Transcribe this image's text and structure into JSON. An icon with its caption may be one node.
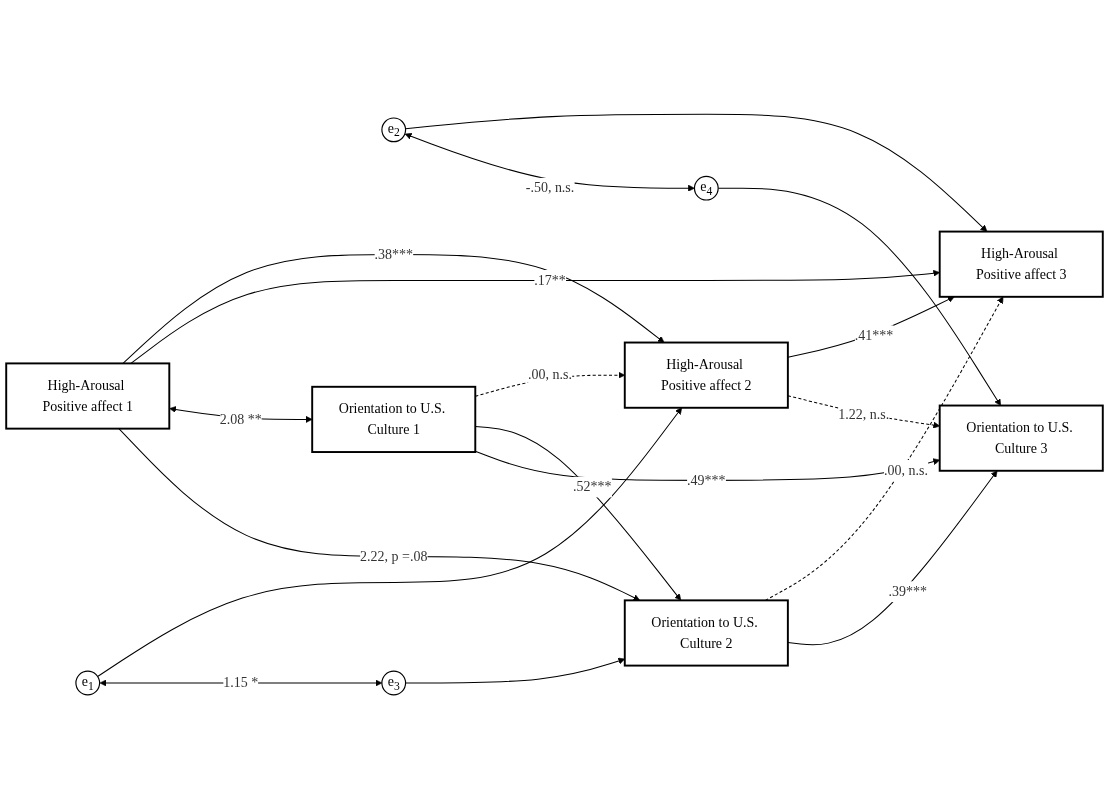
{
  "diagram": {
    "nodes": [
      {
        "text": [
          "High-Arousal Positive affect 1"
        ]
      },
      {
        "text": [
          "High-Arousal Positive affect 2"
        ]
      },
      {
        "text": [
          "High-Arousal Positive affect 3"
        ]
      },
      {
        "text": [
          "e$_{1}$"
        ]
      },
      {
        "text": [
          "e$_{2}$"
        ]
      },
      {
        "text": [
          "e$_{3}$"
        ]
      },
      {
        "text": [
          "e$_{4}$"
        ]
      },
      {
        "text": [
          "Orientation to U.S. Culture 1"
        ]
      },
      {
        "text": [
          "Orientation to U.S. Culture 2"
        ]
      },
      {
        "text": [
          "Orientation to U.S. Culture 3"
        ]
      }
    ],
    "edges": [
      {
        "from": 0,
        "to": 1,
        "arrow": "to",
        "label": ".38***"
      },
      {
        "from": 1,
        "to": 2,
        "arrow": "to",
        "label": ".41***"
      },
      {
        "from": 0,
        "to": 2,
        "arrow": "to",
        "label": ".17**"
      },
      {
        "from": 0,
        "to": 7,
        "arrow": "both",
        "label": "2.08 **"
      },
      {
        "from": 7,
        "to": 1,
        "arrow": "to",
        "label": ".00, n.s.",
        "style": "dashed"
      },
      {
        "from": 0,
        "to": 8,
        "arrow": "to",
        "label": "2.22, p =.08"
      },
      {
        "from": 3,
        "to": 1,
        "arrow": "to"
      },
      {
        "from": 3,
        "to": 5,
        "arrow": "both",
        "label": "1.15 *"
      },
      {
        "from": 5,
        "to": 8,
        "arrow": "to"
      },
      {
        "from": 8,
        "to": 2,
        "arrow": "to",
        "label": ".00, n.s.",
        "style": "dashed"
      },
      {
        "from": 1,
        "to": 9,
        "arrow": "to",
        "label": "1.22, n.s.",
        "style": "dashed"
      },
      {
        "from": 4,
        "to": 2,
        "arrow": "to"
      },
      {
        "from": 4,
        "to": 6,
        "arrow": "both",
        "label": "-.50, n.s."
      },
      {
        "from": 6,
        "to": 9,
        "arrow": "to"
      },
      {
        "from": 7,
        "to": 8,
        "arrow": "to",
        "label": ".52***"
      },
      {
        "from": 8,
        "to": 9,
        "arrow": "to",
        "label": ".39***"
      },
      {
        "from": 7,
        "to": 9,
        "arrow": "to",
        "label": ".49***"
      }
    ]
  }
}
